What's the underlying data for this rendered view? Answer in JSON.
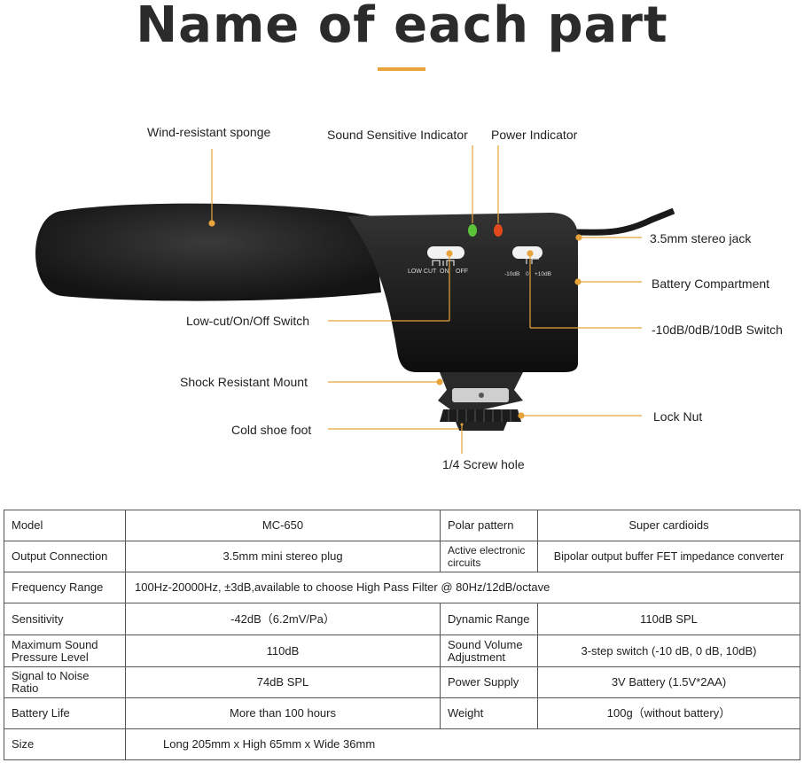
{
  "title": "Name of each part",
  "parts": {
    "sponge": "Wind-resistant sponge",
    "sound_indicator": "Sound Sensitive Indicator",
    "power_indicator": "Power Indicator",
    "stereo_jack": "3.5mm stereo jack",
    "battery_compartment": "Battery Compartment",
    "db_switch": "-10dB/0dB/10dB Switch",
    "lowcut_switch": "Low-cut/On/Off Switch",
    "shock_mount": "Shock Resistant Mount",
    "cold_shoe": "Cold shoe foot",
    "lock_nut": "Lock Nut",
    "screw_hole": "1/4 Screw hole"
  },
  "device_print": {
    "low_cut": "LOW CUT",
    "on": "ON",
    "off": "OFF",
    "minus10": "-10dB",
    "zero": "0",
    "plus10": "+10dB"
  },
  "accent_color": "#e8a33a",
  "specs": {
    "model_k": "Model",
    "model_v": "MC-650",
    "polar_k": "Polar pattern",
    "polar_v": "Super cardioids",
    "output_k": "Output Connection",
    "output_v": "3.5mm mini stereo plug",
    "circuit_k": "Active electronic circuits",
    "circuit_v": "Bipolar output buffer FET impedance  converter",
    "freq_k": "Frequency Range",
    "freq_v": "100Hz-20000Hz, ±3dB,available to choose High Pass Filter @ 80Hz/12dB/octave",
    "sens_k": "Sensitivity",
    "sens_v": "-42dB（6.2mV/Pa）",
    "dyn_k": "Dynamic Range",
    "dyn_v": "110dB SPL",
    "maxspl_k": "Maximum Sound Pressure Level",
    "maxspl_v": "110dB",
    "vol_k": "Sound Volume Adjustment",
    "vol_v": "3-step switch (-10 dB, 0 dB, 10dB)",
    "snr_k": "Signal to Noise Ratio",
    "snr_v": "74dB SPL",
    "power_k": "Power Supply",
    "power_v": "3V Battery (1.5V*2AA)",
    "life_k": "Battery Life",
    "life_v": "More than 100 hours",
    "weight_k": "Weight",
    "weight_v": "100g（without battery）",
    "size_k": "Size",
    "size_v": "Long 205mm x High 65mm x Wide 36mm"
  }
}
